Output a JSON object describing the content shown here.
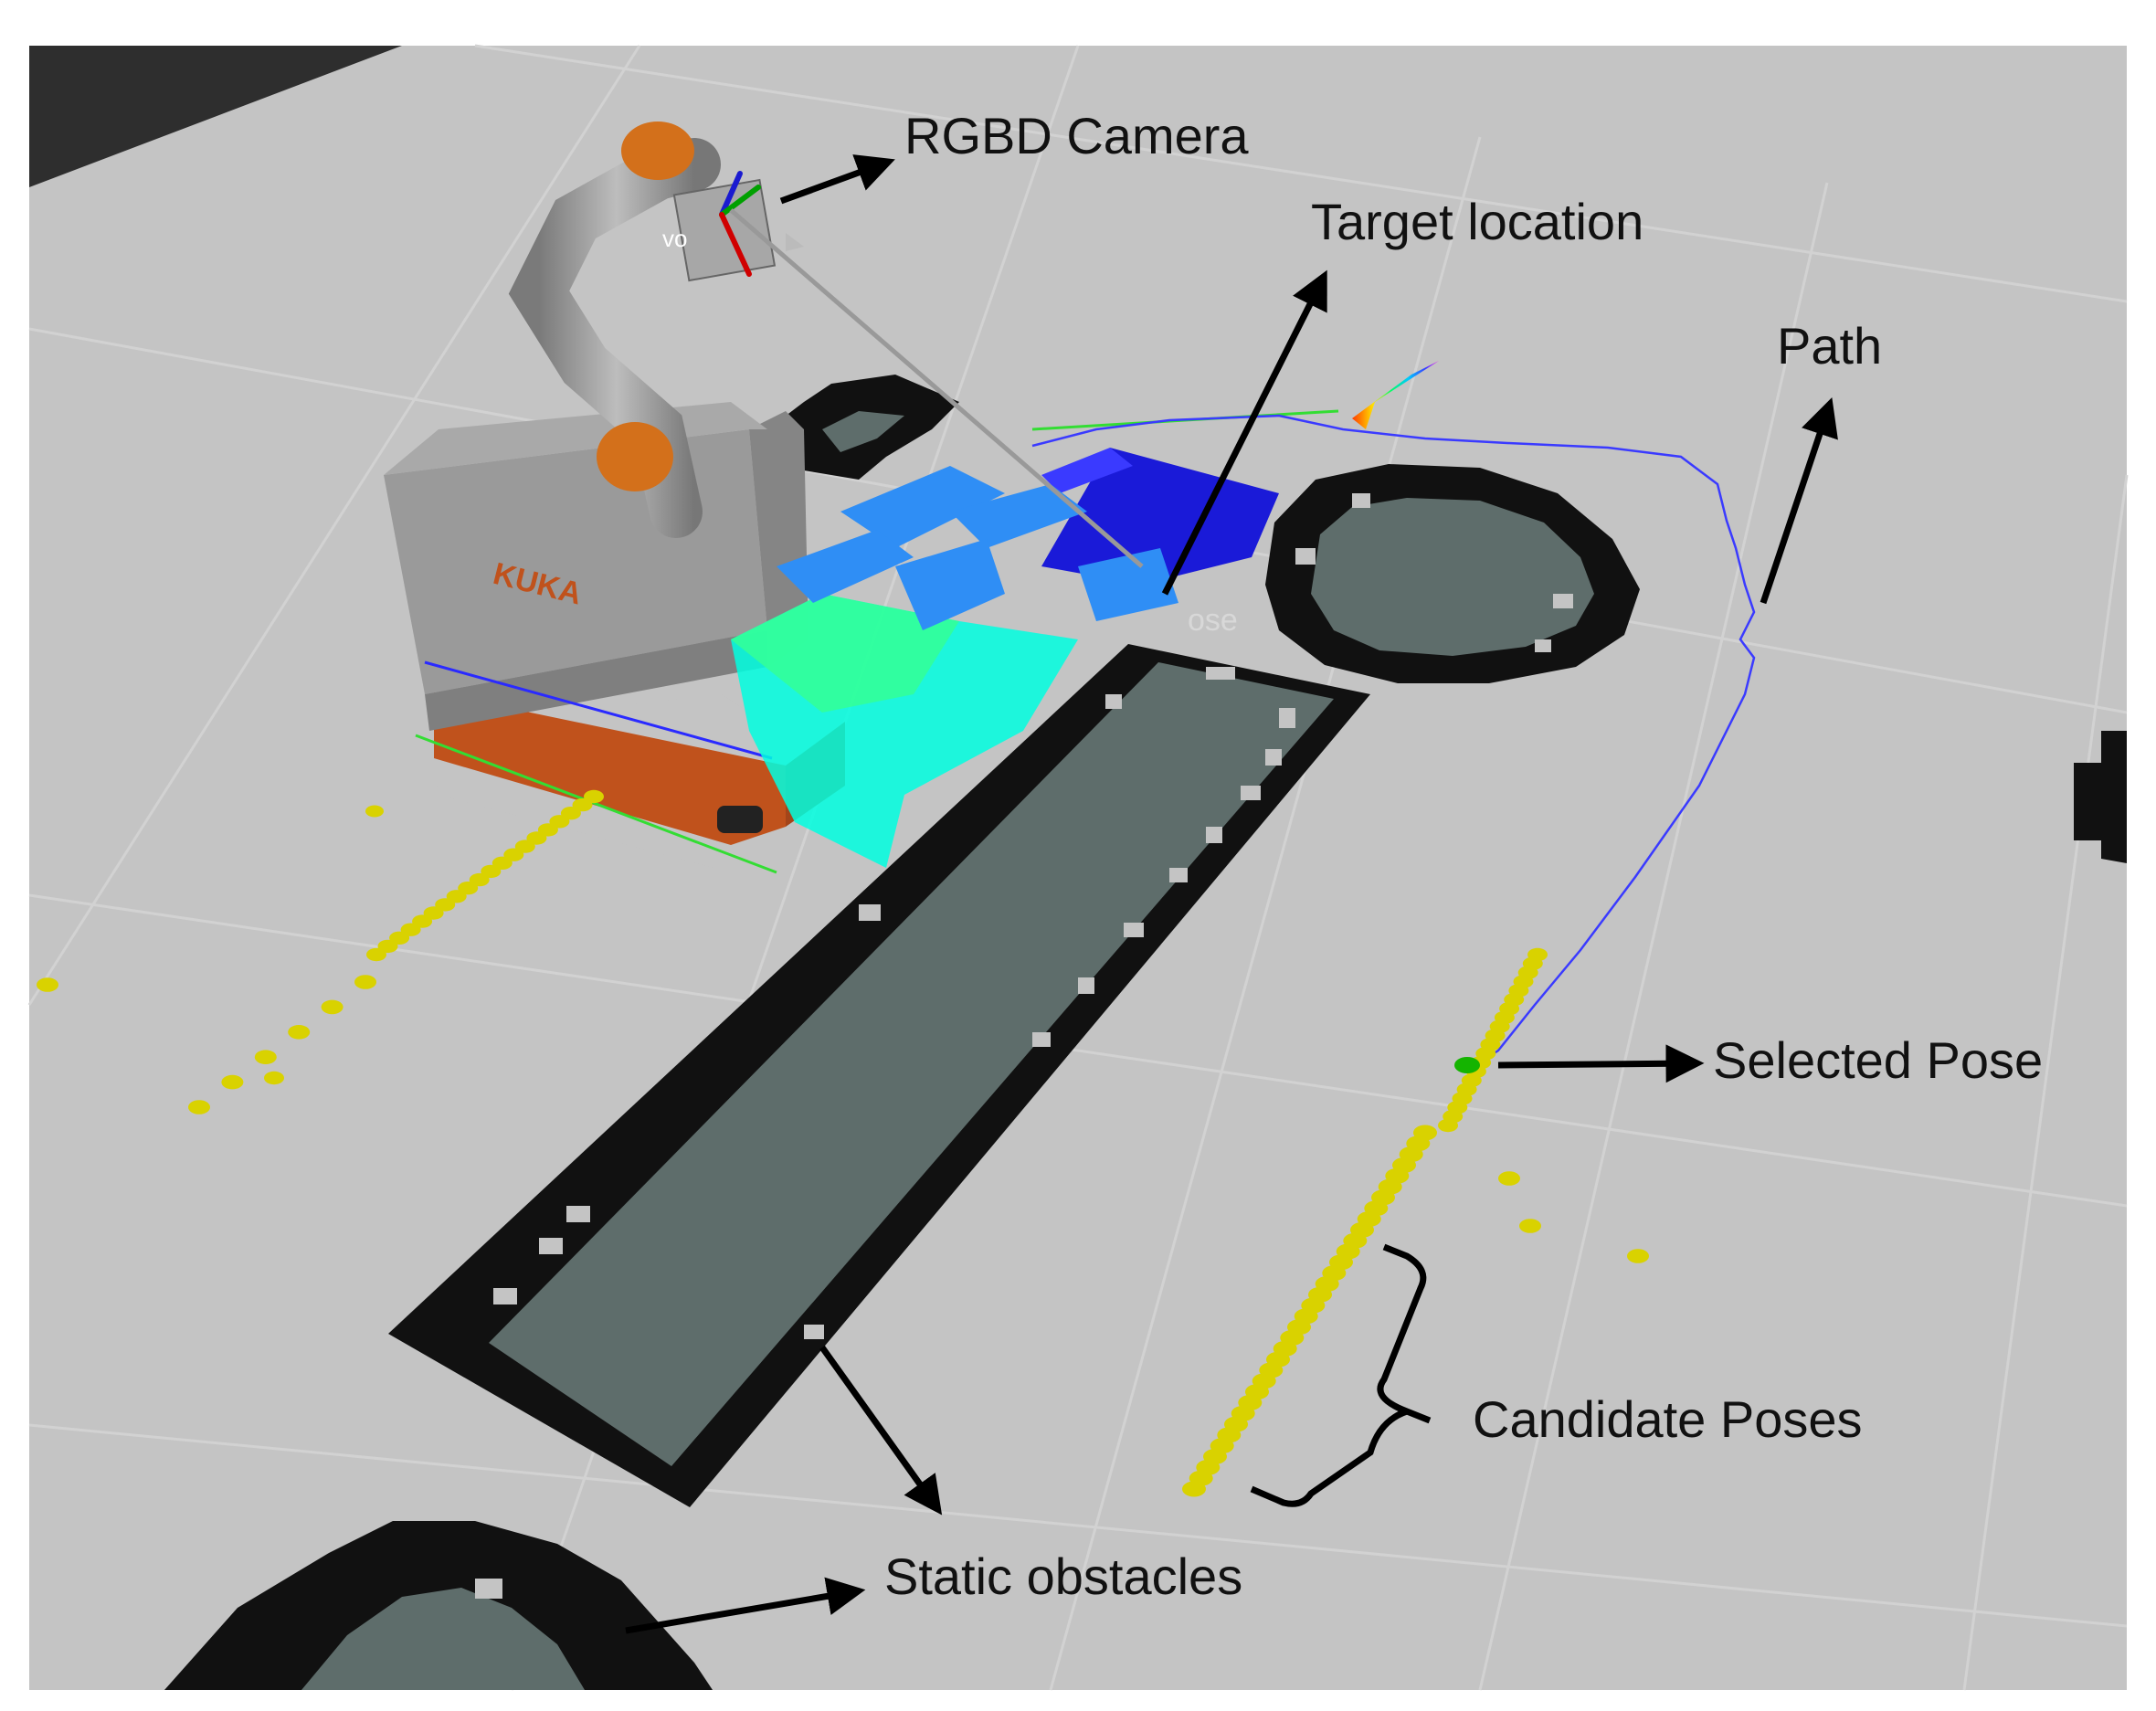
{
  "labels": {
    "rgbd_camera": "RGBD Camera",
    "target_location": "Target location",
    "path": "Path",
    "selected_pose": "Selected Pose",
    "candidate_poses": "Candidate Poses",
    "static_obstacles": "Static obstacles"
  },
  "robot_brand": "KUKA",
  "partial_texts": {
    "pose_fragment": "ose",
    "vo_fragment": "vo"
  },
  "colors": {
    "floor": "#c4c4c4",
    "grid_line": "#d2d2d2",
    "obstacle_fill": "#5e6d6b",
    "obstacle_border": "#111111",
    "candidate_pose": "#d9d200",
    "selected_pose": "#14b400",
    "path_line": "#3a3aff",
    "robot_body": "#9a9a9a",
    "robot_base": "#c0521c",
    "arm_joint": "#d3701b"
  }
}
